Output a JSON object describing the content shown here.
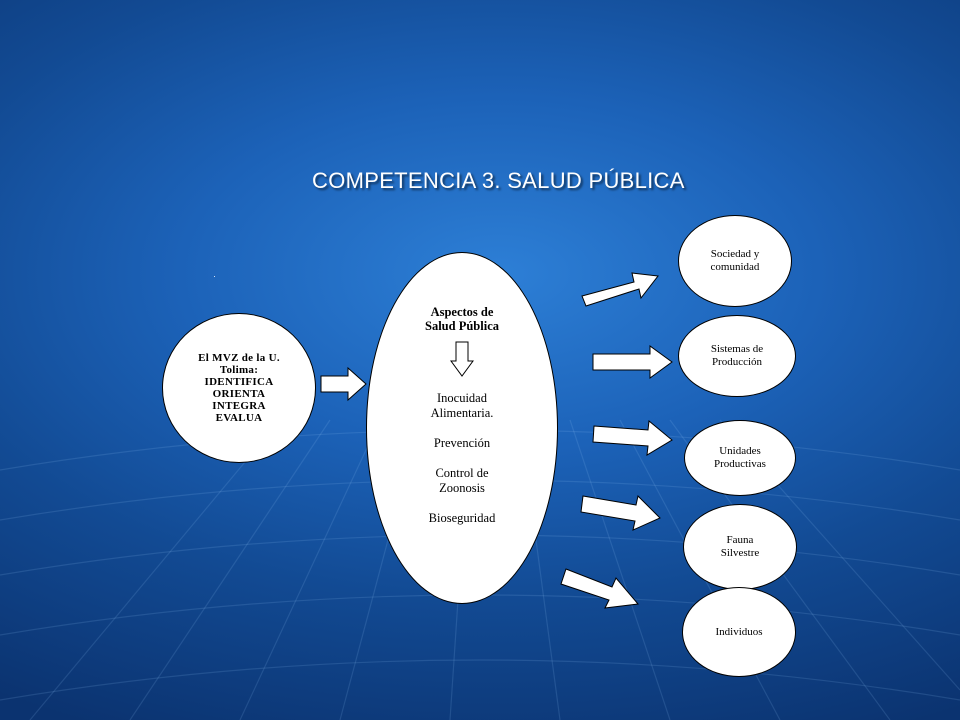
{
  "title": "COMPETENCIA 3. SALUD PÚBLICA",
  "left_node": {
    "lines": [
      "El MVZ de la U.",
      "Tolima:",
      "IDENTIFICA",
      "ORIENTA",
      "INTEGRA",
      "EVALUA"
    ]
  },
  "center_node": {
    "heading": [
      "Aspectos de",
      "Salud Pública"
    ],
    "items": [
      "Inocuidad Alimentaria.",
      "Prevención",
      "Control de Zoonosis",
      "Bioseguridad"
    ]
  },
  "targets": [
    "Sociedad y comunidad",
    "Sistemas de Producción",
    "Unidades Productivas",
    "Fauna Silvestre",
    "Individuos"
  ],
  "colors": {
    "background_center": "#2d7fd6",
    "background_edge": "#0b3370",
    "node_fill": "#ffffff",
    "title_text": "#ffffff"
  }
}
